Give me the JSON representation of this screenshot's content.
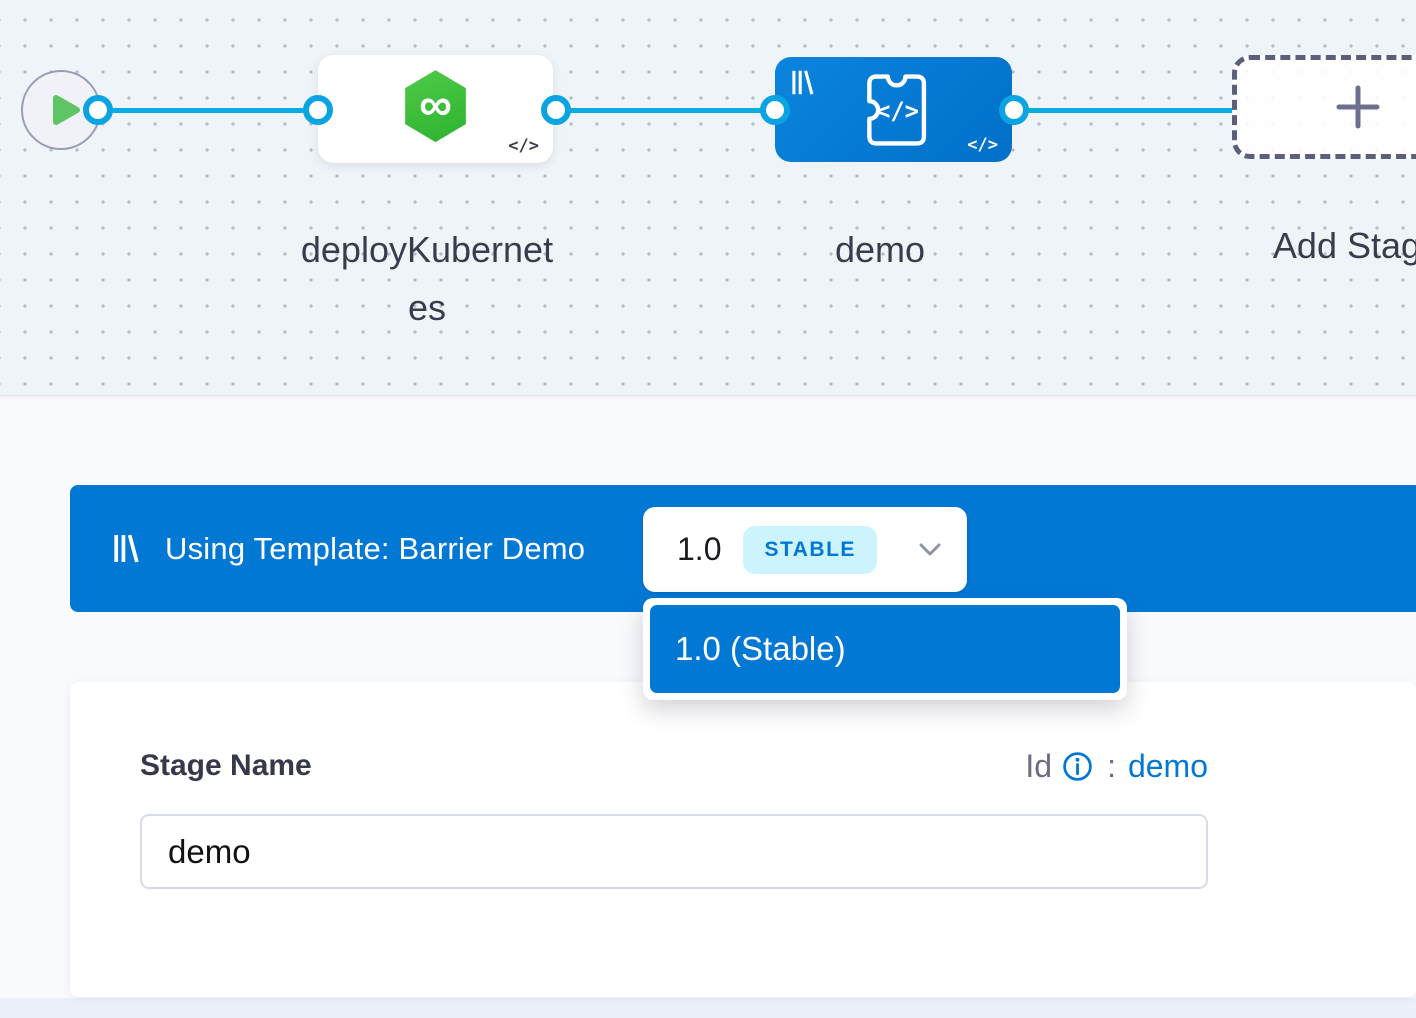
{
  "canvas": {
    "stages": [
      {
        "name": "deployKubernetes"
      },
      {
        "name": "demo"
      }
    ],
    "add_stage_label": "Add Stage",
    "code_glyph": "</>",
    "infinity_glyph": "∞"
  },
  "template_banner": {
    "text": "Using Template: Barrier Demo",
    "version": "1.0",
    "badge": "STABLE"
  },
  "version_dropdown": {
    "items": [
      {
        "label": "1.0 (Stable)"
      }
    ]
  },
  "form": {
    "stage_name_label": "Stage Name",
    "id_label": "Id",
    "id_separator": ":",
    "id_value": "demo",
    "stage_name_value": "demo"
  },
  "colors": {
    "primary_blue": "#0278d5",
    "connector_blue": "#0bace2",
    "stable_badge_bg": "#cdf4fe",
    "deploy_green": "#3fc13c"
  }
}
